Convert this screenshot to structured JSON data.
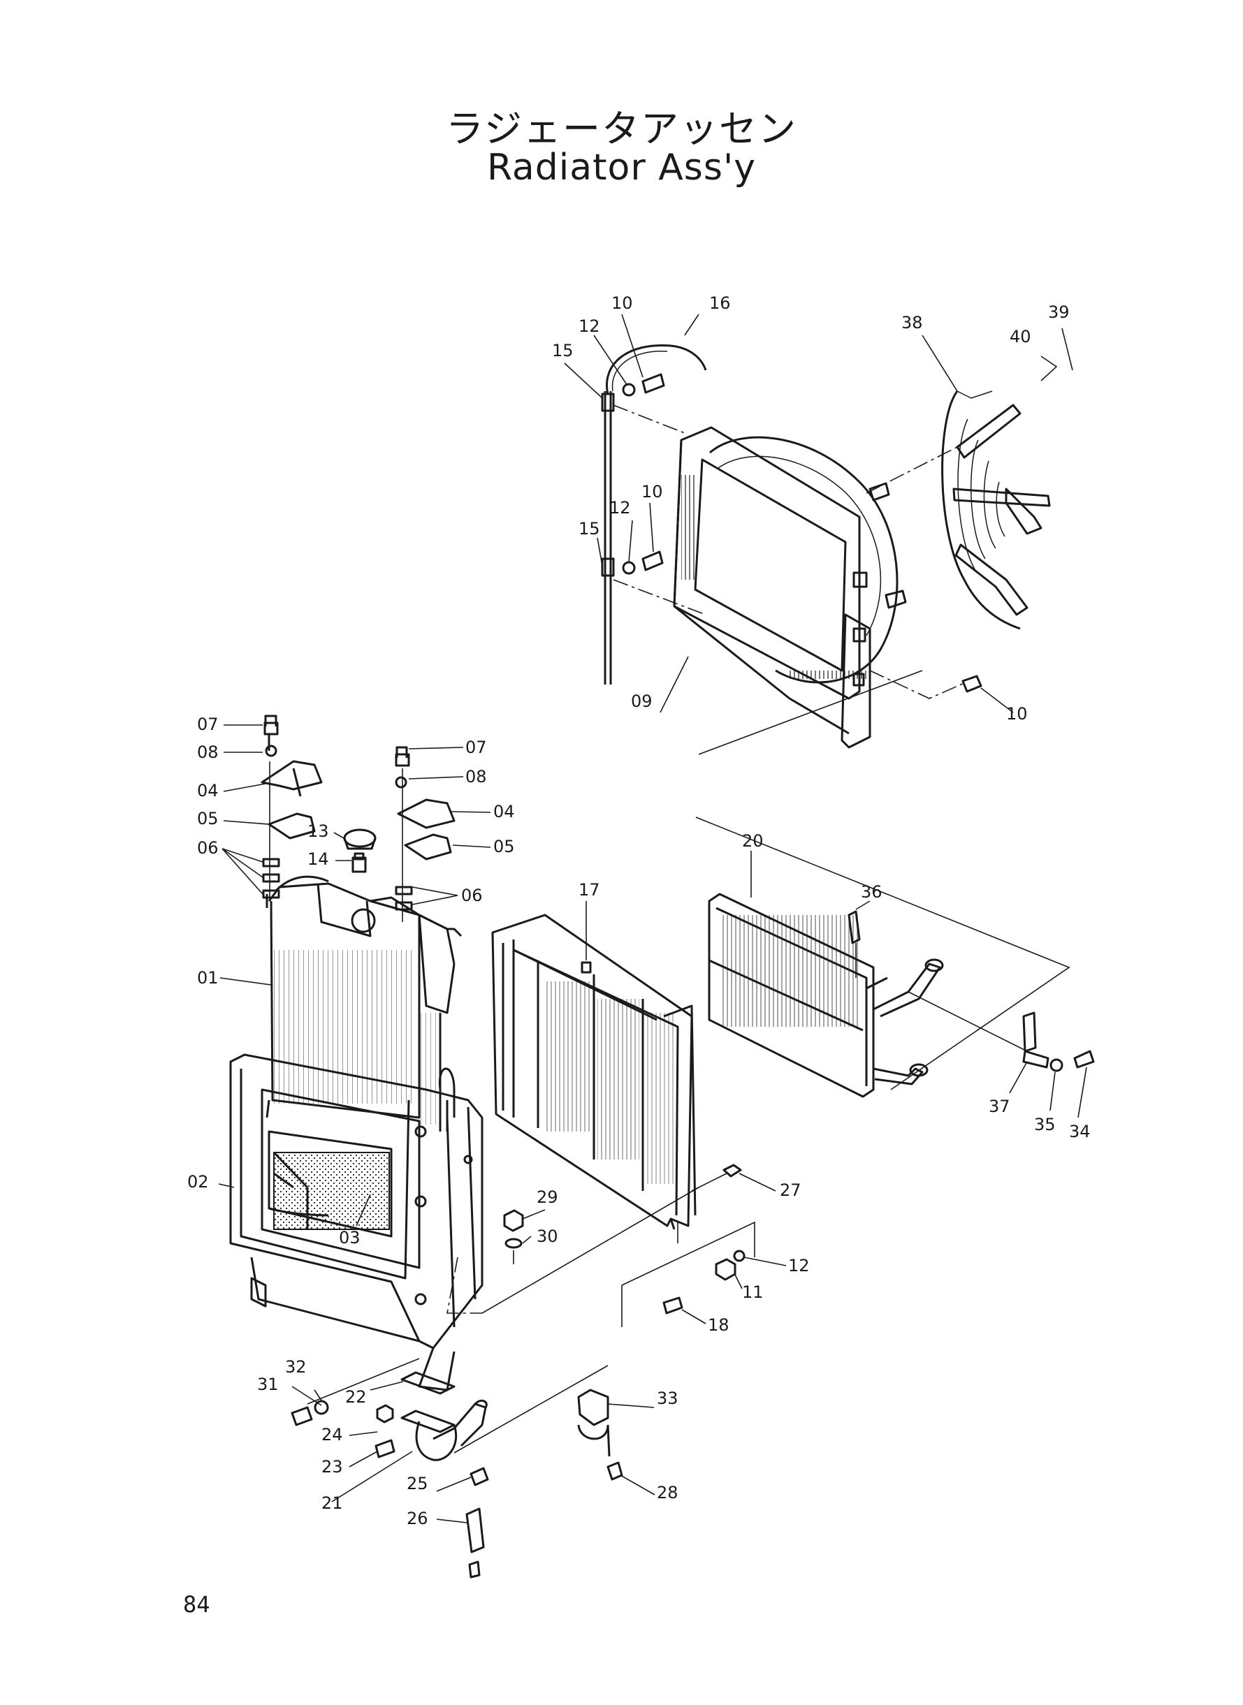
{
  "title_jp": "ラジェータアッセン",
  "title_en": "Radiator  Ass'y",
  "page_number": "84",
  "callouts": [
    "01",
    "02",
    "03",
    "04",
    "04",
    "05",
    "05",
    "06",
    "06",
    "07",
    "07",
    "08",
    "08",
    "09",
    "10",
    "10",
    "10",
    "11",
    "12",
    "12",
    "12",
    "13",
    "14",
    "15",
    "15",
    "16",
    "17",
    "18",
    "20",
    "21",
    "22",
    "23",
    "24",
    "25",
    "26",
    "27",
    "28",
    "29",
    "30",
    "31",
    "32",
    "33",
    "34",
    "35",
    "36",
    "37",
    "38",
    "39",
    "40"
  ]
}
